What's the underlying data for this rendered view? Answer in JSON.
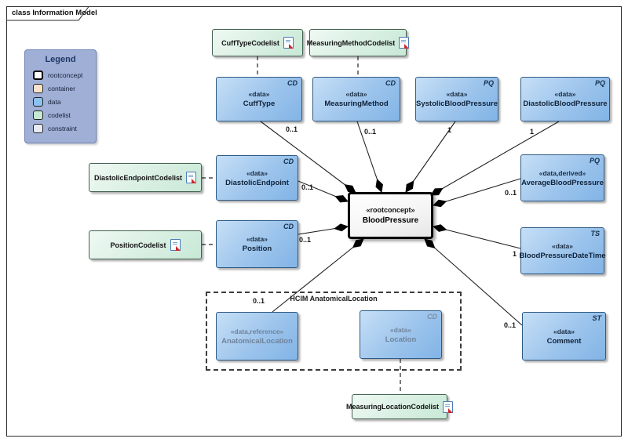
{
  "frame": {
    "title": "class Information Model"
  },
  "legend": {
    "title": "Legend",
    "items": [
      {
        "label": "rootconcept",
        "color": "#ffffff"
      },
      {
        "label": "container",
        "color": "#f7e3cb"
      },
      {
        "label": "data",
        "color": "#8bc1ee"
      },
      {
        "label": "codelist",
        "color": "#c5e9d2"
      },
      {
        "label": "constraint",
        "color": "#e8e9f6"
      }
    ]
  },
  "root": {
    "stereotype": "«rootconcept»",
    "name": "BloodPressure"
  },
  "container_box": {
    "label": "HCIM AnatomicalLocation"
  },
  "nodes": {
    "cuffType": {
      "stereotype": "«data»",
      "name": "CuffType",
      "type": "CD",
      "multiplicity": "0..1"
    },
    "measuringMethod": {
      "stereotype": "«data»",
      "name": "MeasuringMethod",
      "type": "CD",
      "multiplicity": "0..1"
    },
    "systolic": {
      "stereotype": "«data»",
      "name": "SystolicBloodPressure",
      "type": "PQ",
      "multiplicity": "1"
    },
    "diastolic": {
      "stereotype": "«data»",
      "name": "DiastolicBloodPressure",
      "type": "PQ",
      "multiplicity": "1"
    },
    "diastolicEndpoint": {
      "stereotype": "«data»",
      "name": "DiastolicEndpoint",
      "type": "CD",
      "multiplicity": "0..1"
    },
    "position": {
      "stereotype": "«data»",
      "name": "Position",
      "type": "CD",
      "multiplicity": "0..1"
    },
    "average": {
      "stereotype": "«data,derived»",
      "name": "AverageBloodPressure",
      "type": "PQ",
      "multiplicity": "0..1"
    },
    "dateTime": {
      "stereotype": "«data»",
      "name": "BloodPressureDateTime",
      "type": "TS",
      "multiplicity": "1"
    },
    "comment": {
      "stereotype": "«data»",
      "name": "Comment",
      "type": "ST",
      "multiplicity": "0..1"
    },
    "anatomicalLocation": {
      "stereotype": "«data,reference»",
      "name": "AnatomicalLocation",
      "multiplicity": "0..1"
    },
    "location": {
      "stereotype": "«data»",
      "name": "Location",
      "type": "CD"
    }
  },
  "codelists": {
    "cuffType": {
      "label": "CuffTypeCodelist"
    },
    "measuringMethod": {
      "label": "MeasuringMethodCodelist"
    },
    "diastolicEndpoint": {
      "label": "DiastolicEndpointCodelist"
    },
    "position": {
      "label": "PositionCodelist"
    },
    "measuringLocation": {
      "label": "MeasuringLocationCodelist"
    }
  },
  "colors": {
    "data_fill": "#8bc1ee",
    "data_border": "#2e5a84",
    "codelist_fill": "#c5e9d2",
    "root_border": "#000000",
    "legend_bg": "#9fafd6"
  }
}
